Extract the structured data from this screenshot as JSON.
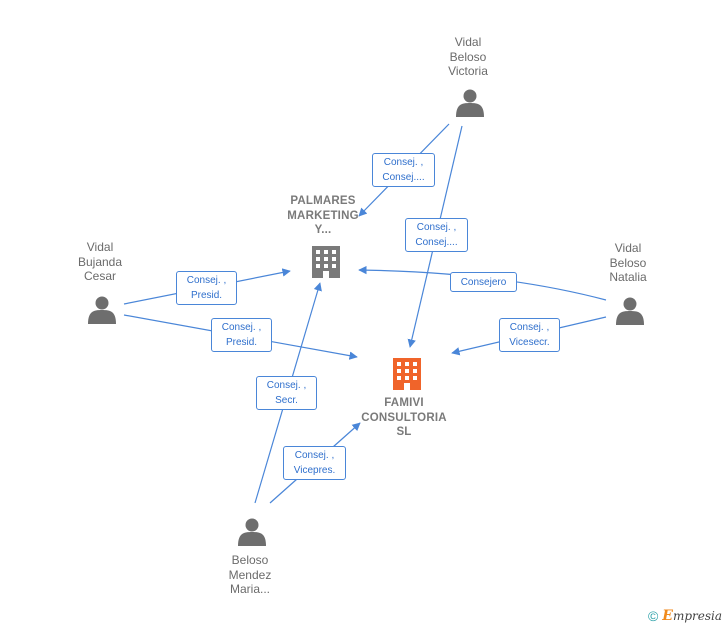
{
  "nodes": {
    "victoria": {
      "lines": [
        "Vidal",
        "Beloso",
        "Victoria"
      ]
    },
    "cesar": {
      "lines": [
        "Vidal",
        "Bujanda",
        "Cesar"
      ]
    },
    "natalia": {
      "lines": [
        "Vidal",
        "Beloso",
        "Natalia"
      ]
    },
    "maria": {
      "lines": [
        "Beloso",
        "Mendez",
        "Maria..."
      ]
    },
    "palmares": {
      "lines": [
        "PALMARES",
        "MARKETING",
        "Y..."
      ]
    },
    "famivi": {
      "lines": [
        "FAMIVI",
        "CONSULTORIA",
        "SL"
      ]
    }
  },
  "relations": {
    "r1": [
      "Consej. ,",
      "Consej...."
    ],
    "r2": [
      "Consej. ,",
      "Consej...."
    ],
    "r3": [
      "Consej. ,",
      "Presid."
    ],
    "r4": [
      "Consej. ,",
      "Presid."
    ],
    "r5": [
      "Consejero"
    ],
    "r6": [
      "Consej. ,",
      "Vicesecr."
    ],
    "r7": [
      "Consej. ,",
      "Secr."
    ],
    "r8": [
      "Consej. ,",
      "Vicepres."
    ]
  },
  "colors": {
    "edge": "#4a86d8",
    "person_icon": "#6e6e6e",
    "company_main": "#f0642a",
    "company_other": "#7a7a7a"
  },
  "footer": {
    "copyright": "©",
    "brand_initial": "E",
    "brand_rest": "mpresia"
  }
}
